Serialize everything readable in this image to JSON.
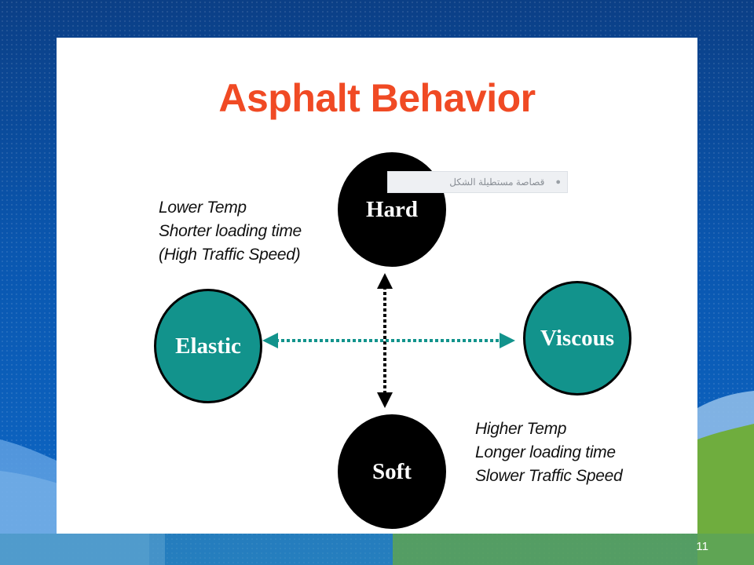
{
  "slide": {
    "title": "Asphalt Behavior",
    "page_number": "11"
  },
  "nodes": {
    "hard": "Hard",
    "soft": "Soft",
    "elastic": "Elastic",
    "viscous": "Viscous"
  },
  "notes": {
    "top_left": [
      "Lower Temp",
      "Shorter loading time",
      "(High Traffic Speed)"
    ],
    "bottom_right": [
      "Higher Temp",
      "Longer loading time",
      "Slower Traffic Speed"
    ]
  },
  "overlay": {
    "text": "قصاصة مستطيلة الشكل"
  },
  "colors": {
    "title": "#f04a24",
    "teal": "#12938c",
    "black": "#000000",
    "background": "#0a57b0"
  }
}
